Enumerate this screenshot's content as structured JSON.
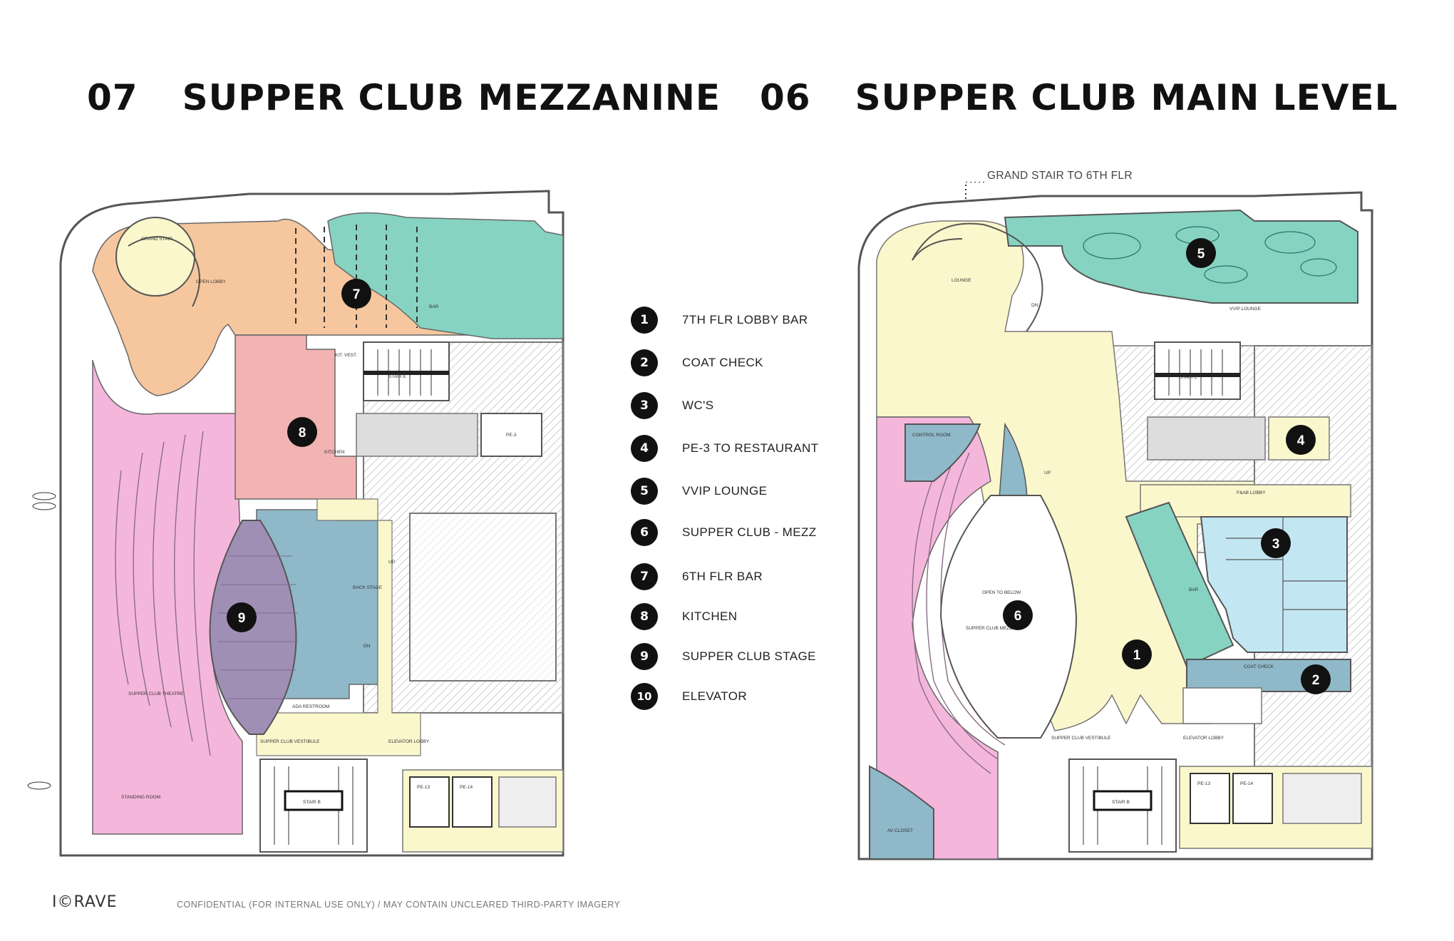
{
  "titles": {
    "left": {
      "number": "07",
      "name": "SUPPER CLUB MEZZANINE"
    },
    "right": {
      "number": "06",
      "name": "SUPPER CLUB MAIN LEVEL"
    }
  },
  "callout": "GRAND STAIR TO 6TH FLR",
  "legend": [
    {
      "number": "1",
      "label": "7TH FLR LOBBY BAR"
    },
    {
      "number": "2",
      "label": "COAT CHECK"
    },
    {
      "number": "3",
      "label": "WC'S"
    },
    {
      "number": "4",
      "label": "PE-3 TO RESTAURANT"
    },
    {
      "number": "5",
      "label": "VVIP LOUNGE"
    },
    {
      "number": "6",
      "label": "SUPPER CLUB - MEZZ"
    },
    {
      "number": "7",
      "label": "6TH FLR BAR"
    },
    {
      "number": "8",
      "label": "KITCHEN"
    },
    {
      "number": "9",
      "label": "SUPPER CLUB STAGE"
    },
    {
      "number": "10",
      "label": "ELEVATOR"
    }
  ],
  "markers": {
    "left": [
      "7",
      "8",
      "9"
    ],
    "right": [
      "5",
      "4",
      "3",
      "6",
      "1",
      "2"
    ]
  },
  "room_labels": {
    "left": [
      "GRAND STAIR",
      "OPEN LOBBY",
      "BAR",
      "KIT. VEST.",
      "KITCHEN",
      "STAIR E",
      "PE-3",
      "BACK STAGE",
      "ADA RESTROOM",
      "SUPPER CLUB VESTIBULE",
      "ELEVATOR LOBBY",
      "STAIR B",
      "PE-13",
      "PE-14",
      "SUPPER CLUB THEATRE",
      "STANDING ROOM",
      "UP",
      "DN"
    ],
    "right": [
      "LOUNGE",
      "CONTROL ROOM",
      "STAIR E",
      "F&AB LOBBY",
      "BAR",
      "COAT CHECK",
      "SUPPER CLUB MEZZ",
      "OPEN TO BELOW",
      "SUPPER CLUB VESTIBULE",
      "ELEVATOR LOBBY",
      "STAIR B",
      "PE-13",
      "PE-14",
      "AV CLOSET",
      "VVIP LOUNGE",
      "UP",
      "DN"
    ]
  },
  "colors": {
    "orange_bar": "#f6c79e",
    "teal": "#86d3c2",
    "pink": "#f5b6dc",
    "salmon": "#f2b3b3",
    "blue_gray": "#8fb8c8",
    "purple_stage": "#a08fb5",
    "cream": "#fbf7cc",
    "light_blue": "#c3e6f3",
    "hatch": "#b5b5b5"
  },
  "footer": {
    "logo": "I©RAVE",
    "confidential": "CONFIDENTIAL (FOR INTERNAL USE ONLY) / MAY CONTAIN UNCLEARED THIRD-PARTY IMAGERY"
  }
}
